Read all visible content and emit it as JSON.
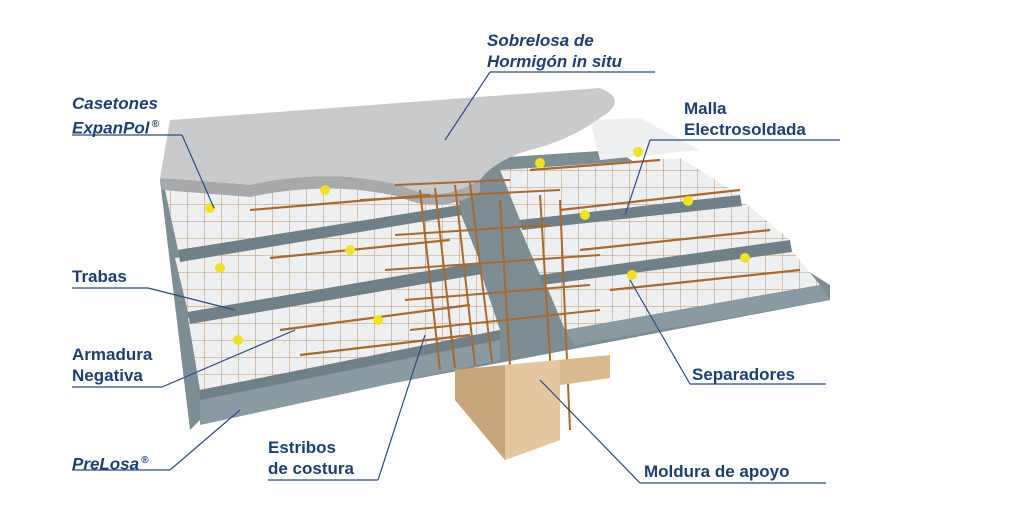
{
  "labels": {
    "sobrelosa": {
      "line1": "Sobrelosa de",
      "line2": "Hormigón in situ"
    },
    "casetones": {
      "line1": "Casetones",
      "line2": "ExpanPol",
      "mark": "®"
    },
    "malla": {
      "line1": "Malla",
      "line2": "Electrosoldada"
    },
    "trabas": "Trabas",
    "armadura": {
      "line1": "Armadura",
      "line2": "Negativa"
    },
    "separadores": "Separadores",
    "prelosa": {
      "text": "PreLosa",
      "mark": "®"
    },
    "estribos": {
      "line1": "Estribos",
      "line2": "de costura"
    },
    "moldura": "Moldura de apoyo"
  },
  "colors": {
    "label_text": "#1d3f78",
    "leader_line": "#2b4c86",
    "concrete_topping": "#c9cacc",
    "polystyrene": "#eeeff1",
    "precast_beam": "#7d8d94",
    "rebar": "#a8692a",
    "wood_form": "#d9b98e",
    "spacer": "#f2e21a"
  }
}
